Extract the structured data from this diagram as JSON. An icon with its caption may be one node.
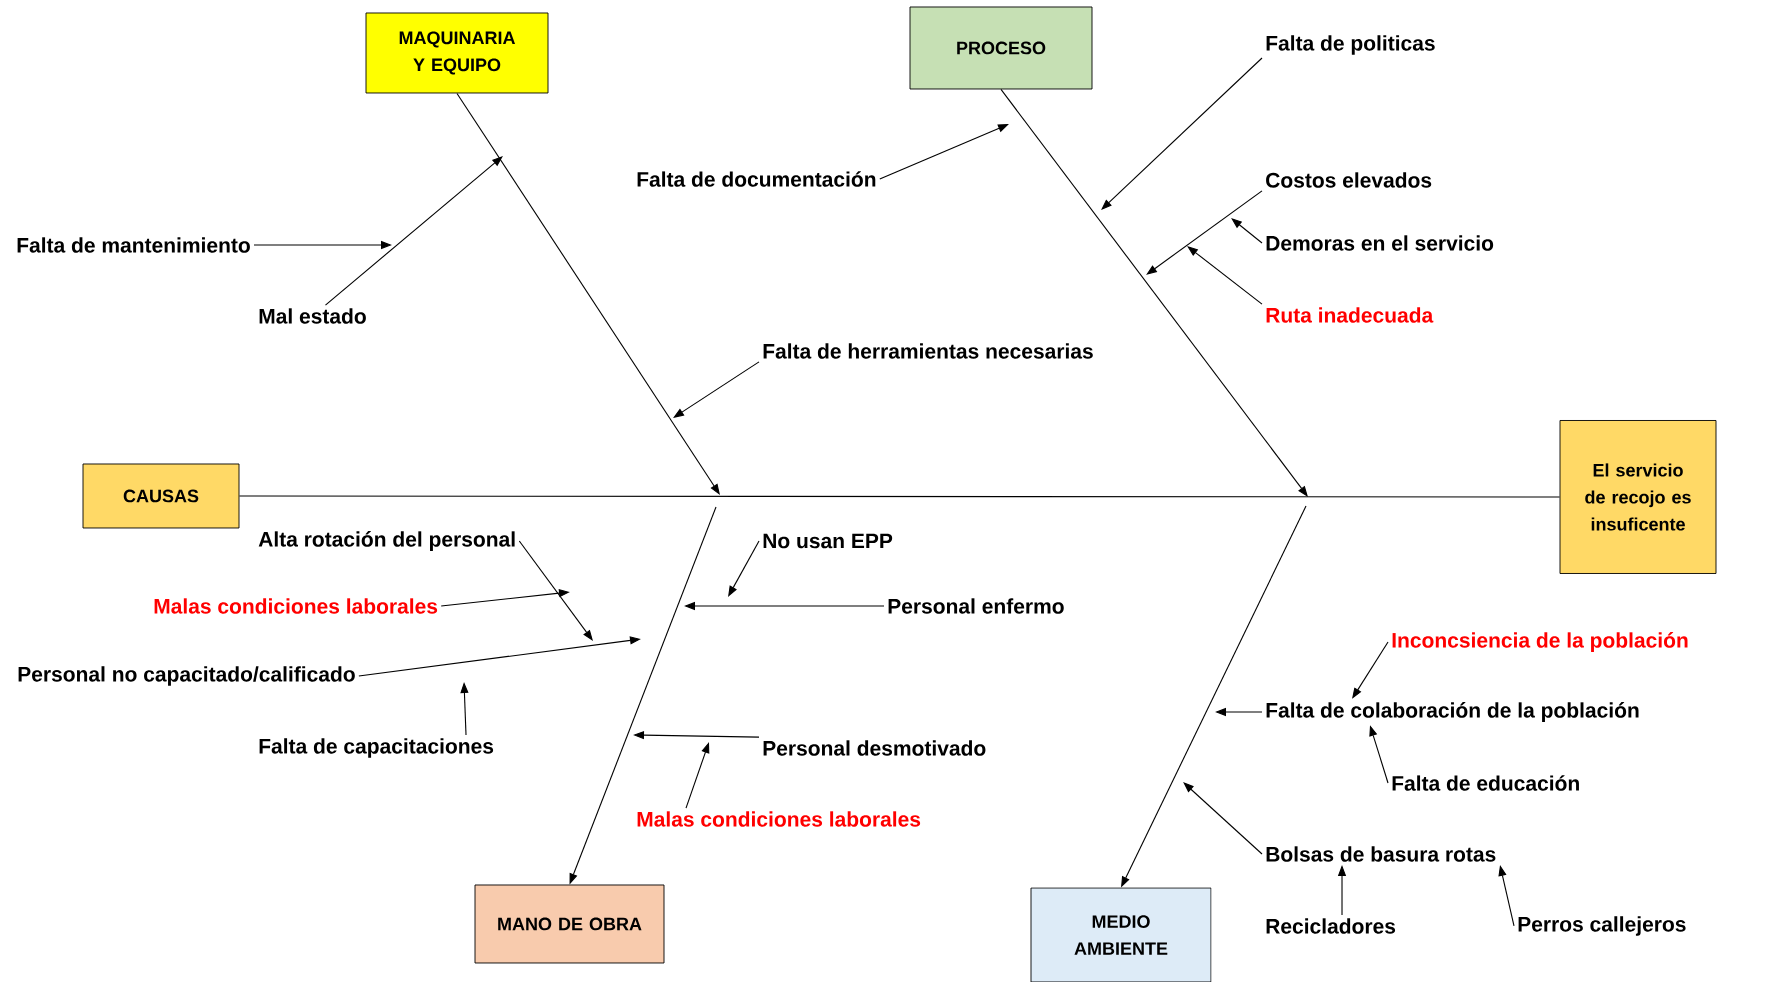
{
  "diagram": {
    "nodes": [
      {
        "text": [
          "MAQUINARIA Y EQUIPO"
        ]
      },
      {
        "text": [
          "PROCESO"
        ]
      },
      {
        "text": [
          "Falta de politicas"
        ]
      },
      {
        "text": [
          "Falta de documentación"
        ]
      },
      {
        "text": [
          "Costos elevados"
        ]
      },
      {
        "text": [
          "Demoras en el servicio"
        ]
      },
      {
        "text": [
          "Falta de mantenimiento"
        ]
      },
      {
        "text": [
          "Mal estado"
        ]
      },
      {
        "text": [
          "Ruta inadecuada"
        ]
      },
      {
        "text": [
          "Falta de herramientas necesarias"
        ]
      },
      {
        "text": [
          "CAUSAS"
        ]
      },
      {
        "text": [
          "El servicio de recojo es insuficente"
        ]
      },
      {
        "text": [
          "Alta rotación del personal"
        ]
      },
      {
        "text": [
          "No usan EPP"
        ]
      },
      {
        "text": [
          "Malas condiciones laborales"
        ]
      },
      {
        "text": [
          "Personal enfermo"
        ]
      },
      {
        "text": [
          "Inconcsiencia de la población"
        ]
      },
      {
        "text": [
          "Personal no capacitado/calificado"
        ]
      },
      {
        "text": [
          "Falta de colaboración de la población"
        ]
      },
      {
        "text": [
          "Falta de capacitaciones"
        ]
      },
      {
        "text": [
          "Personal desmotivado"
        ]
      },
      {
        "text": [
          "Falta de educación"
        ]
      },
      {
        "text": [
          "Malas condiciones laborales"
        ]
      },
      {
        "text": [
          "Bolsas de basura rotas"
        ]
      },
      {
        "text": [
          "MANO DE OBRA"
        ]
      },
      {
        "text": [
          "MEDIO AMBIENTE"
        ]
      },
      {
        "text": [
          "Recicladores"
        ]
      },
      {
        "text": [
          "Perros callejeros"
        ]
      }
    ],
    "edges": [
      {
        "from": 10,
        "to": 11,
        "arrow": "none"
      },
      {
        "from": 0,
        "to": null,
        "arrow": "to"
      },
      {
        "from": 1,
        "to": null,
        "arrow": "to"
      },
      {
        "from": null,
        "to": 24,
        "arrow": "to"
      },
      {
        "from": null,
        "to": 25,
        "arrow": "to"
      },
      {
        "from": 3,
        "to": null,
        "arrow": "to"
      },
      {
        "from": 2,
        "to": null,
        "arrow": "to"
      },
      {
        "from": 4,
        "to": null,
        "arrow": "to"
      },
      {
        "from": 5,
        "to": null,
        "arrow": "to"
      },
      {
        "from": 6,
        "to": null,
        "arrow": "to"
      },
      {
        "from": 7,
        "to": null,
        "arrow": "to"
      },
      {
        "from": 8,
        "to": null,
        "arrow": "to"
      },
      {
        "from": 9,
        "to": null,
        "arrow": "to"
      },
      {
        "from": 12,
        "to": null,
        "arrow": "to"
      },
      {
        "from": 13,
        "to": null,
        "arrow": "to"
      },
      {
        "from": 14,
        "to": null,
        "arrow": "to"
      },
      {
        "from": 15,
        "to": null,
        "arrow": "to"
      },
      {
        "from": 16,
        "to": 18,
        "arrow": "to"
      },
      {
        "from": 21,
        "to": 18,
        "arrow": "to"
      },
      {
        "from": 18,
        "to": null,
        "arrow": "to"
      },
      {
        "from": 17,
        "to": null,
        "arrow": "to"
      },
      {
        "from": 19,
        "to": null,
        "arrow": "to"
      },
      {
        "from": 20,
        "to": null,
        "arrow": "to"
      },
      {
        "from": 22,
        "to": null,
        "arrow": "to"
      },
      {
        "from": 23,
        "to": null,
        "arrow": "to"
      },
      {
        "from": 26,
        "to": 23,
        "arrow": "to"
      },
      {
        "from": 27,
        "to": 23,
        "arrow": "to"
      }
    ]
  }
}
